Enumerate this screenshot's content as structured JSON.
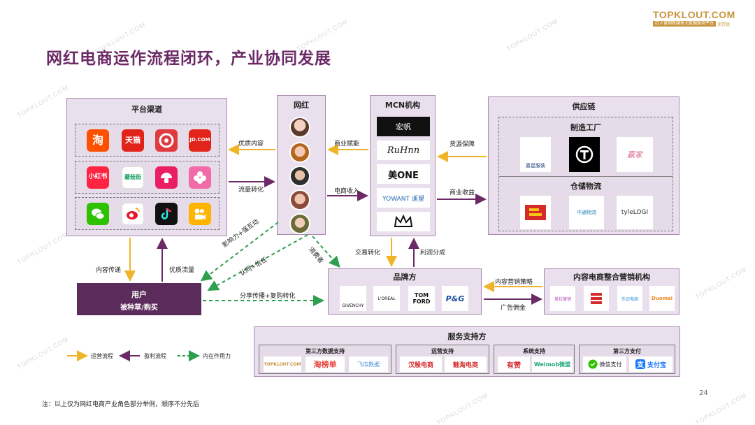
{
  "slide": {
    "title": "网红电商运作流程闭环，产业协同发展",
    "brand_logo": "TOPKLOUT.COM",
    "brand_sub": "红人营销新媒体大数据服务平台",
    "brand_cn": "克劳锐",
    "watermark": "TOPKLOUT.COM",
    "page_number": "24",
    "note": "注：以上仅为网红电商产业角色部分举例，顺序不分先后"
  },
  "platform": {
    "title": "平台渠道",
    "row1": [
      "淘",
      "天猫",
      "",
      "JD.COM"
    ],
    "row2": [
      "小红书",
      "蘑菇街",
      "",
      ""
    ],
    "row3": [
      "",
      "",
      "",
      ""
    ]
  },
  "influencer": {
    "title": "网红"
  },
  "mcn": {
    "title": "MCN机构",
    "logos": [
      "宏帆",
      "RuHnn",
      "美ONE",
      "YOWANT 遥望",
      ""
    ]
  },
  "supply": {
    "title": "供应链",
    "factory_title": "制造工厂",
    "factory_logos": [
      "嘉星服装",
      "",
      "赢家"
    ],
    "logistics_title": "仓储物流",
    "logistics_logos": [
      "",
      "中通物流",
      "tyleLOGI"
    ]
  },
  "brand": {
    "title": "品牌方",
    "logos": [
      "GIVENCHY",
      "L'ORÉAL",
      "TOM FORD",
      "P&G"
    ]
  },
  "agency": {
    "title": "内容电商整合营销机构",
    "logos": [
      "美拉营销",
      "",
      "乐迈电商",
      "Duomai"
    ]
  },
  "user": {
    "title": "用户",
    "subtitle": "被种草/购买"
  },
  "service": {
    "title": "服务支持方",
    "groups": [
      {
        "title": "第三方数据支持",
        "logos": [
          "TOPKLOUT.COM",
          "淘榜单",
          "飞瓜数据"
        ]
      },
      {
        "title": "运营支持",
        "logos": [
          "汉殷电商",
          "魅淘电商"
        ]
      },
      {
        "title": "系统支持",
        "logos": [
          "有赞",
          "Weimob微盟"
        ]
      },
      {
        "title": "第三方支付",
        "logos": [
          "微信支付",
          "支付宝"
        ]
      }
    ]
  },
  "arrows": {
    "quality_content": "优质内容",
    "traffic_conversion": "流量转化",
    "business_empower": "商业赋能",
    "ecommerce_income": "电商收入",
    "supply_guarantee": "货源保障",
    "business_income": "商业收益",
    "trade_conversion": "交易转化",
    "profit_share": "利润分成",
    "content_delivery": "内容传递",
    "quality_traffic": "优质流量",
    "influence_interaction": "影响力+强互动",
    "trust": "认同+信任",
    "consumption": "消费者",
    "share_repurchase": "分享传播+复购转化",
    "content_marketing": "内容营销策略",
    "ad_commission": "广告佣金"
  },
  "legend": {
    "operation": "运营流程",
    "profit": "盈利流程",
    "internal": "内在作用力"
  },
  "colors": {
    "title": "#6b2a66",
    "panel_bg": "#eadfec",
    "user_box": "#5b2b5c",
    "operation_arrow": "#f0b429",
    "profit_arrow": "#6b2a66",
    "internal_arrow": "#2e9e4f"
  }
}
